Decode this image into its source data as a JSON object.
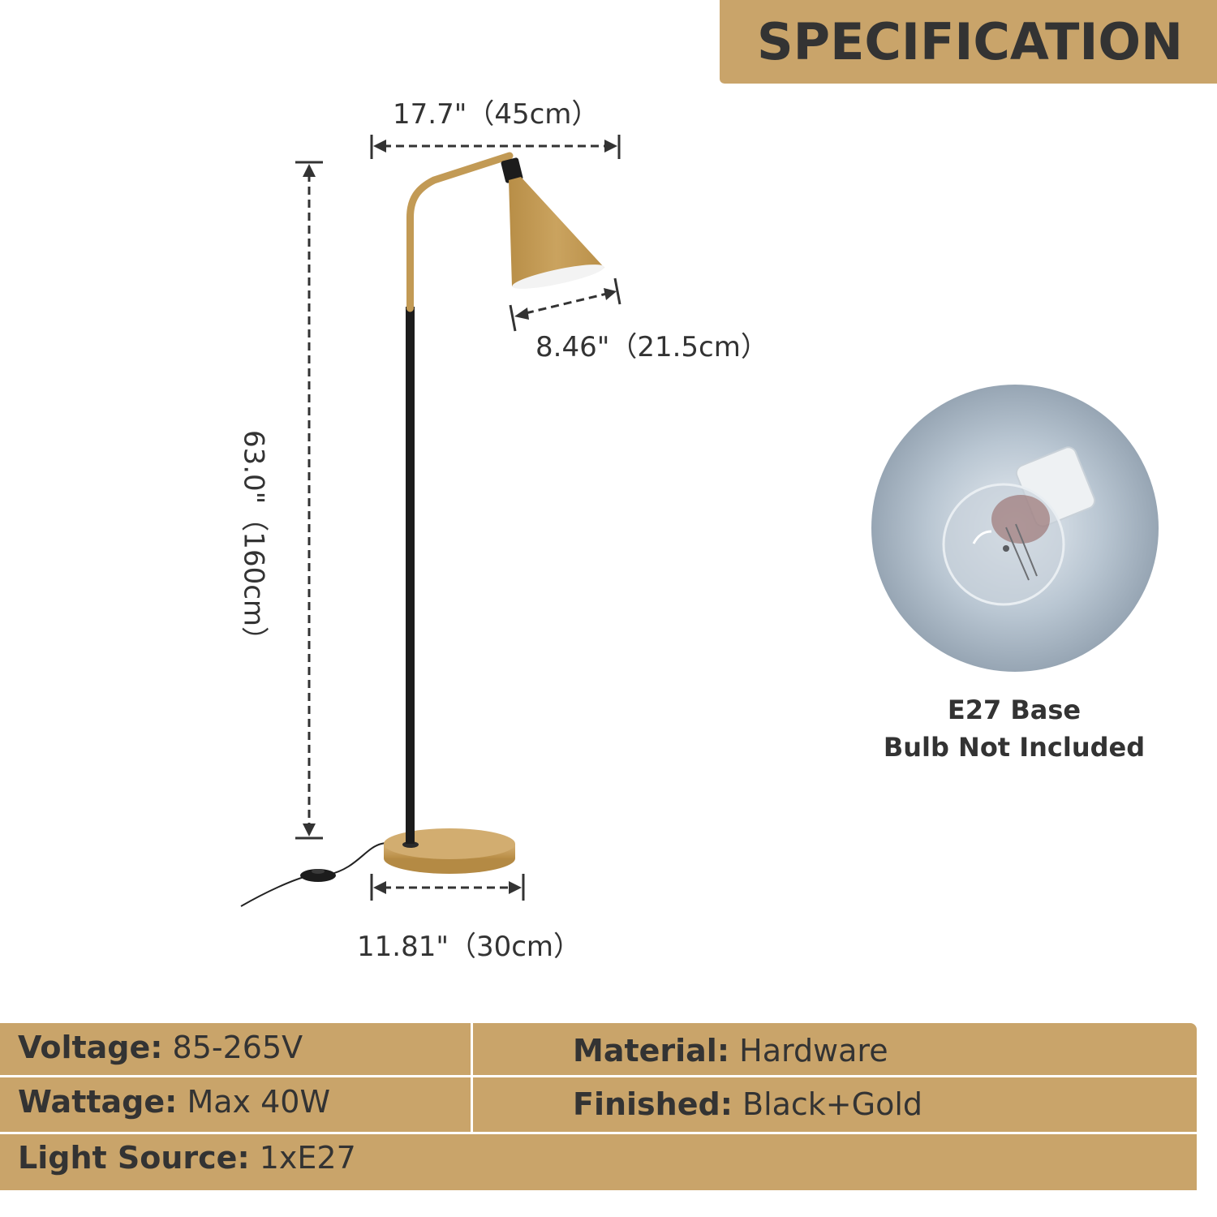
{
  "banner": {
    "title": "SPECIFICATION"
  },
  "dimensions": {
    "top_width": "17.7\"（45cm）",
    "shade_width": "8.46\"（21.5cm）",
    "height": "63.0\"（160cm）",
    "base_width": "11.81\"（30cm）"
  },
  "bulb": {
    "caption_line1": "E27 Base",
    "caption_line2": "Bulb Not Included"
  },
  "specs": {
    "voltage": {
      "label": "Voltage:",
      "value": "85-265V"
    },
    "material": {
      "label": "Material:",
      "value": "Hardware"
    },
    "wattage": {
      "label": "Wattage:",
      "value": "Max 40W"
    },
    "finished": {
      "label": "Finished:",
      "value": "Black+Gold"
    },
    "light_source": {
      "label": "Light Source:",
      "value": "1xE27"
    }
  },
  "colors": {
    "gold": "#c9a46a",
    "lamp_gold": "#c29a55",
    "text": "#333333",
    "pole_black": "#1c1c1c"
  }
}
